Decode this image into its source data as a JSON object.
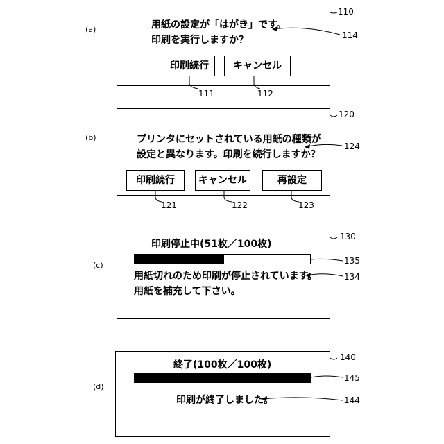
{
  "panel_a": {
    "fig_label": "(a)",
    "ref": "110",
    "message_line1": "用紙の設定が「はがき」です。",
    "message_line2": "印刷を実行しますか？",
    "message_ref": "114",
    "continue_label": "印刷続行",
    "continue_ref": "111",
    "cancel_label": "キャンセル",
    "cancel_ref": "112"
  },
  "panel_b": {
    "fig_label": "(b)",
    "ref": "120",
    "message_line1": "プリンタにセットされている用紙の種類が",
    "message_line2": "設定と異なります。印刷を続行しますか？",
    "message_ref": "124",
    "continue_label": "印刷続行",
    "continue_ref": "121",
    "cancel_label": "キャンセル",
    "cancel_ref": "122",
    "reset_label": "再設定",
    "reset_ref": "123"
  },
  "panel_c": {
    "fig_label": "(c)",
    "ref": "130",
    "title": "印刷停止中(51枚／100枚)",
    "progress_fraction": 0.51,
    "progress_ref": "135",
    "message_line1": "用紙切れのため印刷が停止されています。",
    "message_line2": "用紙を補充して下さい。",
    "message_ref": "134"
  },
  "panel_d": {
    "fig_label": "(d)",
    "ref": "140",
    "title": "終了(100枚／100枚)",
    "progress_fraction": 1.0,
    "progress_ref": "145",
    "message": "印刷が終了しました。",
    "message_ref": "144"
  }
}
